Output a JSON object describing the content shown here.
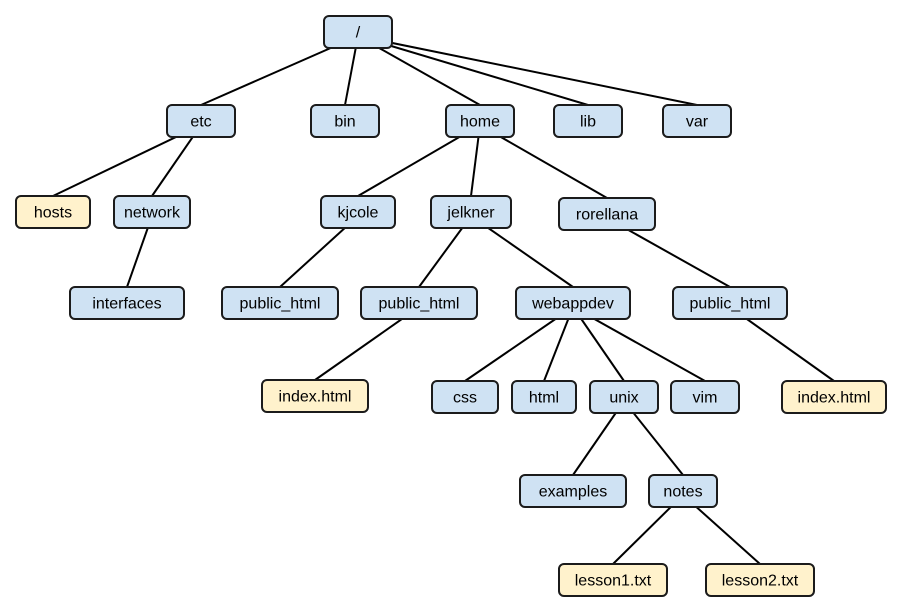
{
  "nodes": [
    {
      "id": "root",
      "label": "/",
      "kind": "dir"
    },
    {
      "id": "etc",
      "label": "etc",
      "kind": "dir"
    },
    {
      "id": "bin",
      "label": "bin",
      "kind": "dir"
    },
    {
      "id": "home",
      "label": "home",
      "kind": "dir"
    },
    {
      "id": "lib",
      "label": "lib",
      "kind": "dir"
    },
    {
      "id": "var",
      "label": "var",
      "kind": "dir"
    },
    {
      "id": "hosts",
      "label": "hosts",
      "kind": "file"
    },
    {
      "id": "network",
      "label": "network",
      "kind": "dir"
    },
    {
      "id": "interfaces",
      "label": "interfaces",
      "kind": "dir"
    },
    {
      "id": "kjcole",
      "label": "kjcole",
      "kind": "dir"
    },
    {
      "id": "jelkner",
      "label": "jelkner",
      "kind": "dir"
    },
    {
      "id": "rorellana",
      "label": "rorellana",
      "kind": "dir"
    },
    {
      "id": "kjcole_public_html",
      "label": "public_html",
      "kind": "dir"
    },
    {
      "id": "jelkner_public_html",
      "label": "public_html",
      "kind": "dir"
    },
    {
      "id": "webappdev",
      "label": "webappdev",
      "kind": "dir"
    },
    {
      "id": "rorellana_public_html",
      "label": "public_html",
      "kind": "dir"
    },
    {
      "id": "jelkner_index",
      "label": "index.html",
      "kind": "file"
    },
    {
      "id": "css",
      "label": "css",
      "kind": "dir"
    },
    {
      "id": "html",
      "label": "html",
      "kind": "dir"
    },
    {
      "id": "unix",
      "label": "unix",
      "kind": "dir"
    },
    {
      "id": "vim",
      "label": "vim",
      "kind": "dir"
    },
    {
      "id": "rorellana_index",
      "label": "index.html",
      "kind": "file"
    },
    {
      "id": "examples",
      "label": "examples",
      "kind": "dir"
    },
    {
      "id": "notes",
      "label": "notes",
      "kind": "dir"
    },
    {
      "id": "lesson1",
      "label": "lesson1.txt",
      "kind": "file"
    },
    {
      "id": "lesson2",
      "label": "lesson2.txt",
      "kind": "file"
    }
  ],
  "edges": [
    [
      "root",
      "etc"
    ],
    [
      "root",
      "bin"
    ],
    [
      "root",
      "home"
    ],
    [
      "root",
      "lib"
    ],
    [
      "root",
      "var"
    ],
    [
      "etc",
      "hosts"
    ],
    [
      "etc",
      "network"
    ],
    [
      "network",
      "interfaces"
    ],
    [
      "home",
      "kjcole"
    ],
    [
      "home",
      "jelkner"
    ],
    [
      "home",
      "rorellana"
    ],
    [
      "kjcole",
      "kjcole_public_html"
    ],
    [
      "jelkner",
      "jelkner_public_html"
    ],
    [
      "jelkner",
      "webappdev"
    ],
    [
      "rorellana",
      "rorellana_public_html"
    ],
    [
      "jelkner_public_html",
      "jelkner_index"
    ],
    [
      "webappdev",
      "css"
    ],
    [
      "webappdev",
      "html"
    ],
    [
      "webappdev",
      "unix"
    ],
    [
      "webappdev",
      "vim"
    ],
    [
      "rorellana_public_html",
      "rorellana_index"
    ],
    [
      "unix",
      "examples"
    ],
    [
      "unix",
      "notes"
    ],
    [
      "notes",
      "lesson1"
    ],
    [
      "notes",
      "lesson2"
    ]
  ],
  "colors": {
    "dir": "#cfe2f3",
    "file": "#fff2cc",
    "stroke": "#1b1b1b"
  }
}
